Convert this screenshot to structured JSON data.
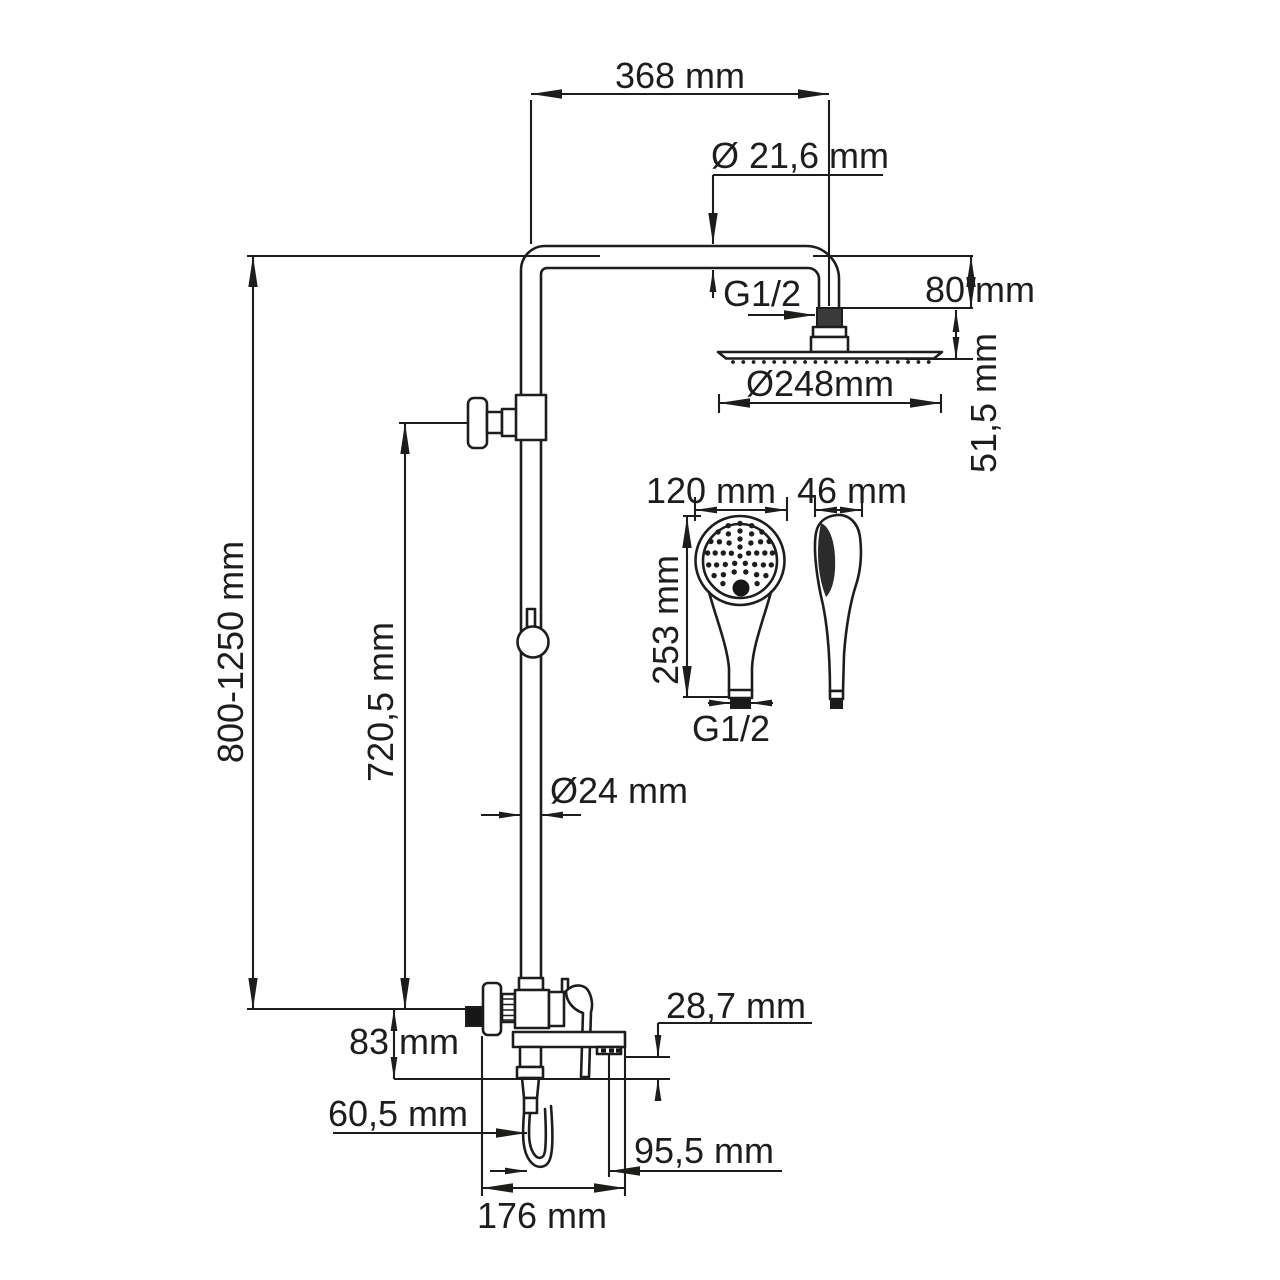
{
  "drawing": {
    "background": "#ffffff",
    "line_color": "#1d1d1b",
    "type": "shower-system-installation-dimensions",
    "labels": {
      "arm_length": "368 mm",
      "arm_tube_diameter": "Ø 21,6 mm",
      "arm_thread": "G1/2",
      "head_drop": "80 mm",
      "head_total_height": "51,5 mm",
      "head_diameter": "Ø248mm",
      "hand_shower_width": "120 mm",
      "hand_shower_depth": "46 mm",
      "hand_shower_length": "253 mm",
      "hand_shower_thread": "G1/2",
      "column_height_range": "800-1250 mm",
      "wall_bracket_height": "720,5 mm",
      "column_tube_diameter": "Ø24 mm",
      "mixer_center_to_bottom": "83 mm",
      "shelf_to_outlet": "28,7 mm",
      "wall_to_hose": "60,5 mm",
      "hose_to_shelf_end": "95,5 mm",
      "mixer_total_depth": "176 mm"
    }
  }
}
